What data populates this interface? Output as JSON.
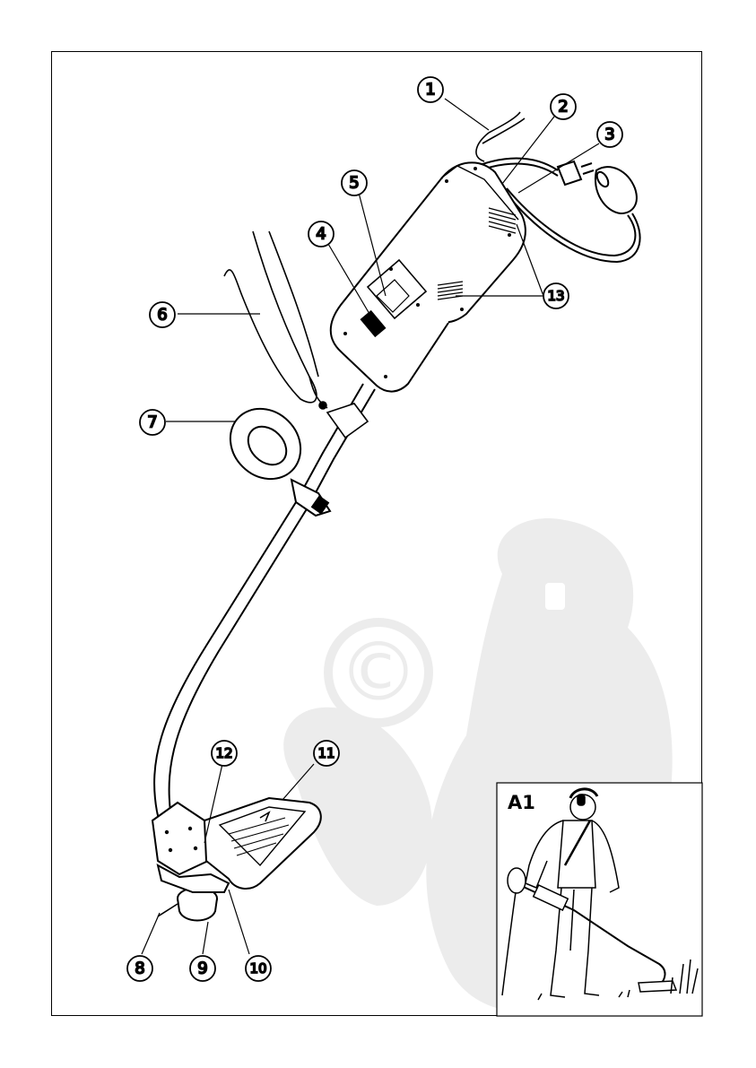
{
  "diagram": {
    "callouts": [
      {
        "id": "c1",
        "label": "1"
      },
      {
        "id": "c2",
        "label": "2"
      },
      {
        "id": "c3",
        "label": "3"
      },
      {
        "id": "c4",
        "label": "4"
      },
      {
        "id": "c5",
        "label": "5"
      },
      {
        "id": "c6",
        "label": "6"
      },
      {
        "id": "c7",
        "label": "7"
      },
      {
        "id": "c8",
        "label": "8"
      },
      {
        "id": "c9",
        "label": "9"
      },
      {
        "id": "c10",
        "label": "10"
      },
      {
        "id": "c11",
        "label": "11"
      },
      {
        "id": "c12",
        "label": "12"
      },
      {
        "id": "c13",
        "label": "13"
      }
    ],
    "inset": {
      "label": "A1"
    },
    "watermark": {
      "symbol": "©"
    }
  },
  "colors": {
    "line": "#000000",
    "watermark": "#ececec",
    "background": "#ffffff"
  }
}
